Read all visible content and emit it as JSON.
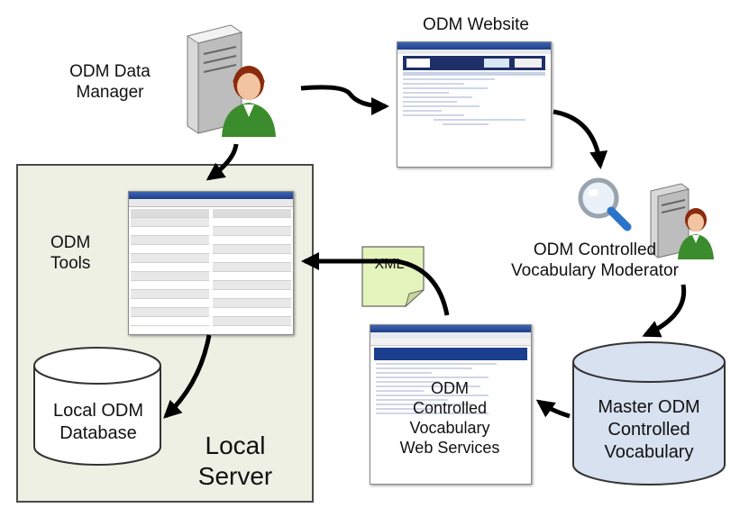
{
  "labels": {
    "data_manager": [
      "ODM Data",
      "Manager"
    ],
    "website": "ODM Website",
    "tools": [
      "ODM",
      "Tools"
    ],
    "moderator": [
      "ODM Controlled",
      "Vocabulary Moderator"
    ],
    "xml": "XML",
    "local_db": [
      "Local ODM",
      "Database"
    ],
    "local_server": [
      "Local",
      "Server"
    ],
    "web_services": [
      "ODM",
      "Controlled",
      "Vocabulary",
      "Web Services"
    ],
    "master": [
      "Master ODM",
      "Controlled",
      "Vocabulary"
    ]
  },
  "colors": {
    "local_server_bg": "#eef0e4",
    "master_cylinder": "#d7e1ef",
    "xml_note": "#e4f2bb",
    "arrow": "#000000"
  },
  "icons": [
    "server-person-icon",
    "magnifier-icon",
    "server-person-icon",
    "database-cylinder-icon",
    "xml-document-icon"
  ]
}
